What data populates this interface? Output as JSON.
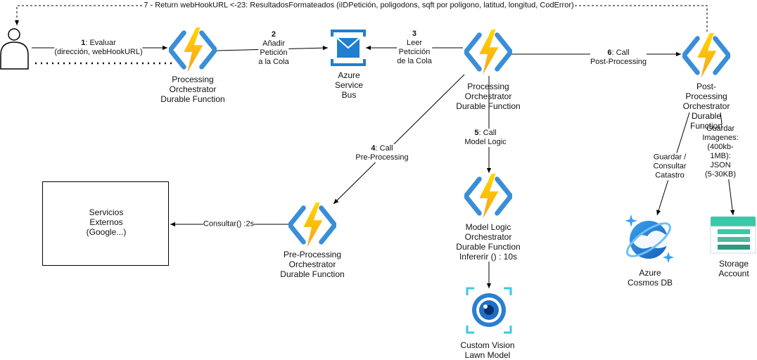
{
  "actor": {
    "icon": "user-icon"
  },
  "return_label": {
    "text": "7 - Return webHookURL <-23: ResultadosFormateados (iIDPetición, poligodons, sqft por poligono, latitud, longitud, CodError)"
  },
  "edges": {
    "evaluar": {
      "num": "1",
      "text": ": Evaluar\n(dirección, webHookURL)"
    },
    "anadir": {
      "num": "2",
      "text": "Añadir\nPetición\na la Cola"
    },
    "leer": {
      "num": "3",
      "text": "Leer\nPetcición\nde la Cola"
    },
    "call_post": {
      "num": "6",
      "text": ": Call\nPost-Processing"
    },
    "call_pre": {
      "num": "4",
      "text": ": Call\nPre-Processing"
    },
    "call_model": {
      "num": "5",
      "text": ": Call\nModel Logic"
    },
    "consultar": {
      "text": "Consultar() :2s"
    },
    "guardar_catastro": {
      "text": "Guardar /\nConsultar\nCatastro"
    },
    "guardar_imagenes": {
      "text": "Guardar\nImagenes:\n(400kb-1MB):\nJSON\n(5-30KB)"
    }
  },
  "nodes": {
    "proc_orch_1": {
      "label": "Processing\nOrchestrator\nDurable Function",
      "icon": "azure-function-icon"
    },
    "service_bus": {
      "label": "Azure\nService\nBus",
      "icon": "service-bus-icon"
    },
    "proc_orch_2": {
      "label": "Processing\nOrchestrator\nDurable Function",
      "icon": "azure-function-icon"
    },
    "post_proc": {
      "label": "Post-Processing\nOrchestrator\nDurable Function",
      "icon": "azure-function-icon"
    },
    "pre_proc": {
      "label": "Pre-Processing\nOrchestrator\nDurable Function",
      "icon": "azure-function-icon"
    },
    "model_logic": {
      "label": "Model Logic\nOrchestrator\nDurable Function\nInfererir () : 10s",
      "icon": "azure-function-icon"
    },
    "custom_vision": {
      "label": "Custom Vision\nLawn Model",
      "icon": "custom-vision-icon"
    },
    "cosmos": {
      "label": "Azure\nCosmos DB",
      "icon": "cosmos-db-icon"
    },
    "storage": {
      "label": "Storage\nAccount",
      "icon": "storage-account-icon"
    },
    "external": {
      "label": "Servicios\nExternos\n(Google...)"
    }
  },
  "colors": {
    "function_bracket": "#3a8ed8",
    "bolt_top": "#ffd700",
    "bolt_bottom": "#f7a21b",
    "service_bus": "#1f7fd1",
    "cosmos": "#3a8ed8",
    "storage_top": "#3cc7a8",
    "storage_bottom": "#2b9a80"
  }
}
